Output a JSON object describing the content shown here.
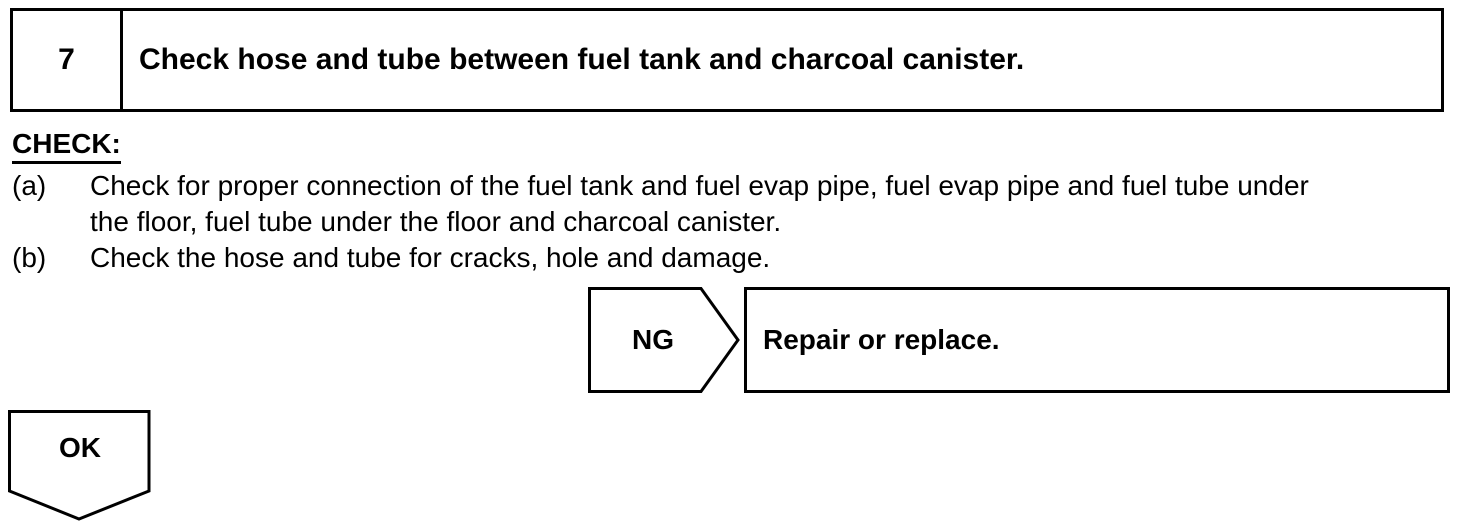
{
  "step": {
    "number": "7",
    "title": "Check hose and tube between fuel tank and charcoal canister."
  },
  "check": {
    "heading": "CHECK:",
    "items": [
      {
        "marker": "(a)",
        "text": "Check for proper connection of the fuel tank and fuel evap pipe, fuel evap pipe and fuel tube under the floor, fuel tube under the floor and charcoal canister."
      },
      {
        "marker": "(b)",
        "text": "Check the hose and tube for cracks, hole and damage."
      }
    ]
  },
  "ng": {
    "label": "NG",
    "action": "Repair or replace."
  },
  "ok": {
    "label": "OK"
  }
}
